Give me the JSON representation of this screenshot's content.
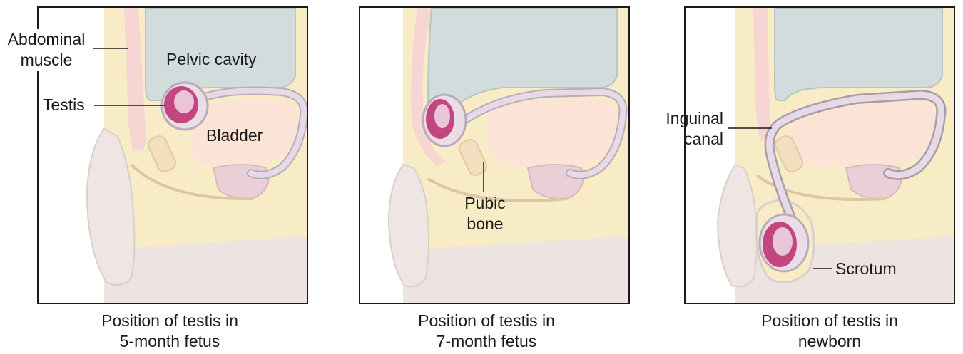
{
  "panels": [
    {
      "caption_line1": "Position of testis in",
      "caption_line2": "5-month fetus"
    },
    {
      "caption_line1": "Position of testis in",
      "caption_line2": "7-month fetus"
    },
    {
      "caption_line1": "Position of testis in",
      "caption_line2": "newborn"
    }
  ],
  "labels": {
    "abdominal_muscle_1": "Abdominal",
    "abdominal_muscle_2": "muscle",
    "pelvic_cavity": "Pelvic cavity",
    "testis": "Testis",
    "bladder": "Bladder",
    "pubic_bone_1": "Pubic",
    "pubic_bone_2": "bone",
    "inguinal_canal_1": "Inguinal",
    "inguinal_canal_2": "canal",
    "scrotum": "Scrotum"
  },
  "colors": {
    "tissue": "#f8ecc6",
    "cavity": "#d2dcdc",
    "bladder": "#fbe3d6",
    "duct": "#e6dae6",
    "testis": "#c2467f",
    "pubic_bone": "#f3dfc0",
    "skin": "#efe6e4",
    "muscle": "#f5cbcb"
  }
}
